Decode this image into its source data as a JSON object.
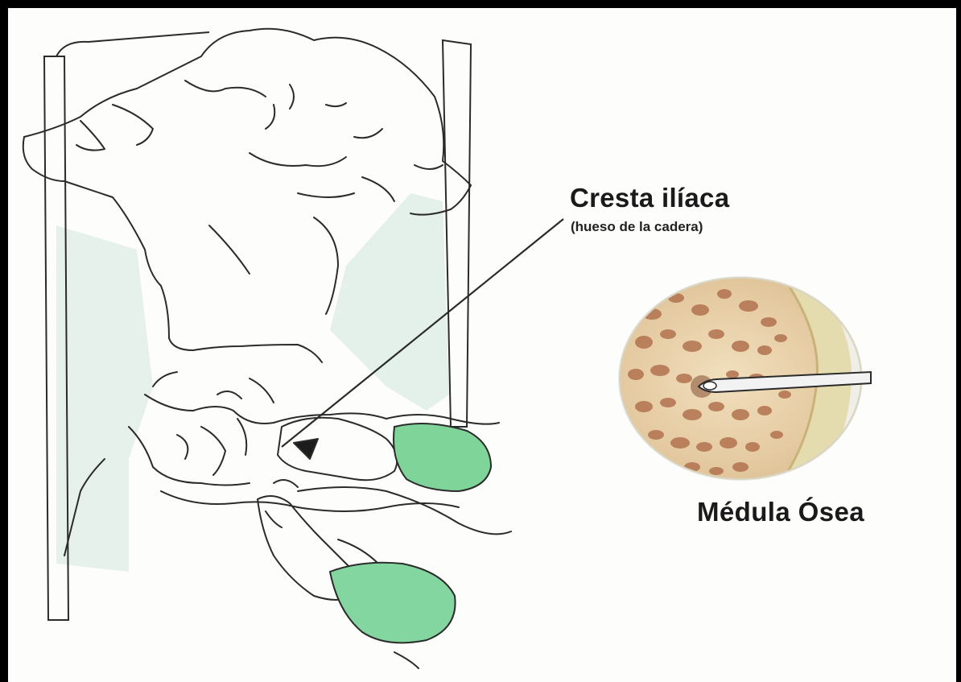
{
  "labels": {
    "iliac_crest": "Cresta ilíaca",
    "iliac_crest_note": "(hueso de la cadera)",
    "bone_marrow": "Médula Ósea"
  },
  "colors": {
    "background": "#fdfdfc",
    "frame": "#000000",
    "line_art": "#2b2b2b",
    "table_tint": "#e4f0ea",
    "glove_green": "#7fd49a",
    "bone_light": "#e9d6b4",
    "trabecular_dark": "#b2724f",
    "cortex": "#e3d9a6",
    "needle": "#f2f2f2"
  },
  "icons": {
    "patient_figure": "patient-lying-drawing",
    "bone_section": "bone-marrow-cross-section",
    "needle": "biopsy-needle"
  }
}
